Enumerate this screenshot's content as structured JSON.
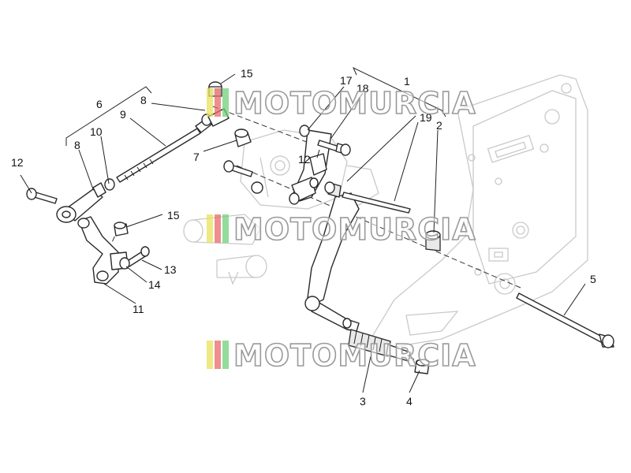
{
  "watermark": {
    "text": "MOTOMURCIA",
    "colors": [
      "#e8e25a",
      "#e86a6a",
      "#6fd07a",
      "#8aa7d8"
    ]
  },
  "callouts": {
    "c1": "1",
    "c2": "2",
    "c3": "3",
    "c4": "4",
    "c5": "5",
    "c6": "6",
    "c7": "7",
    "c8a": "8",
    "c8b": "8",
    "c9": "9",
    "c10": "10",
    "c11": "11",
    "c12a": "12",
    "c12b": "12",
    "c13": "13",
    "c14": "14",
    "c15a": "15",
    "c15b": "15",
    "c17": "17",
    "c18": "18",
    "c19": "19"
  }
}
